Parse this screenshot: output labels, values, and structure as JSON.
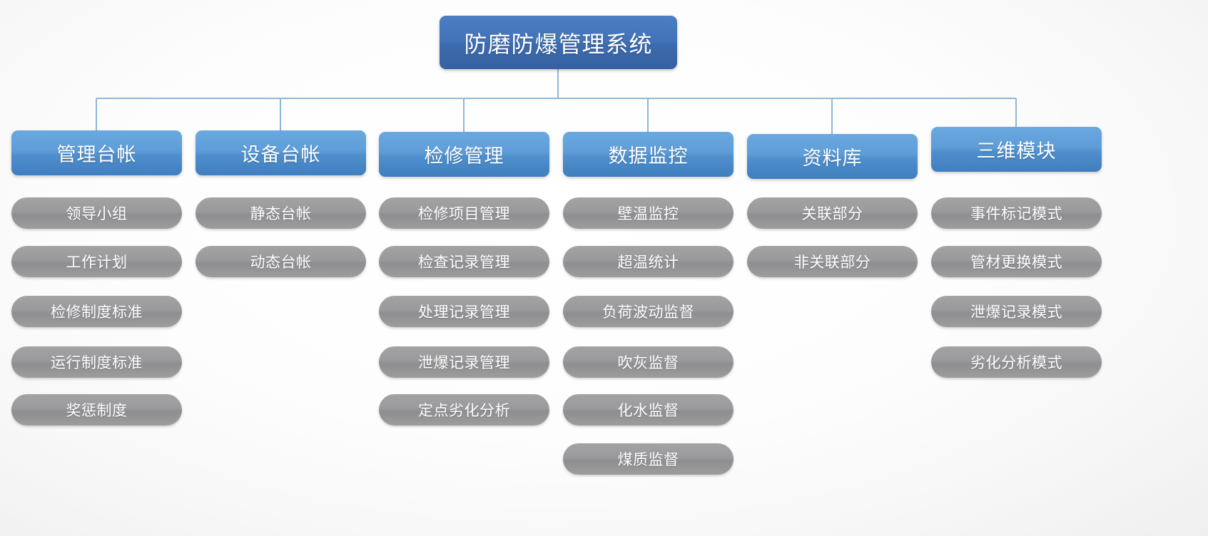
{
  "diagram": {
    "title": "防磨防爆管理系统",
    "type": "organization-chart",
    "root": {
      "label": "防磨防爆管理系统",
      "color": "#3f73b8"
    },
    "branch_color": "#8fb8d8",
    "level2_color": "#5e9dd8",
    "level3_color": "#98989b",
    "columns": [
      {
        "id": "management-ledger",
        "label": "管理台帐",
        "children": [
          {
            "label": "领导小组"
          },
          {
            "label": "工作计划"
          },
          {
            "label": "检修制度标准"
          },
          {
            "label": "运行制度标准"
          },
          {
            "label": "奖惩制度"
          }
        ]
      },
      {
        "id": "equipment-ledger",
        "label": "设备台帐",
        "children": [
          {
            "label": "静态台帐"
          },
          {
            "label": "动态台帐"
          }
        ]
      },
      {
        "id": "maintenance-management",
        "label": "检修管理",
        "children": [
          {
            "label": "检修项目管理"
          },
          {
            "label": "检查记录管理"
          },
          {
            "label": "处理记录管理"
          },
          {
            "label": "泄爆记录管理"
          },
          {
            "label": "定点劣化分析"
          }
        ]
      },
      {
        "id": "data-monitoring",
        "label": "数据监控",
        "children": [
          {
            "label": "壁温监控"
          },
          {
            "label": "超温统计"
          },
          {
            "label": "负荷波动监督"
          },
          {
            "label": "吹灰监督"
          },
          {
            "label": "化水监督"
          },
          {
            "label": "煤质监督"
          }
        ]
      },
      {
        "id": "data-library",
        "label": "资料库",
        "children": [
          {
            "label": "关联部分"
          },
          {
            "label": "非关联部分"
          }
        ]
      },
      {
        "id": "three-d-module",
        "label": "三维模块",
        "children": [
          {
            "label": "事件标记模式"
          },
          {
            "label": "管材更换模式"
          },
          {
            "label": "泄爆记录模式"
          },
          {
            "label": "劣化分析模式"
          }
        ]
      }
    ]
  }
}
